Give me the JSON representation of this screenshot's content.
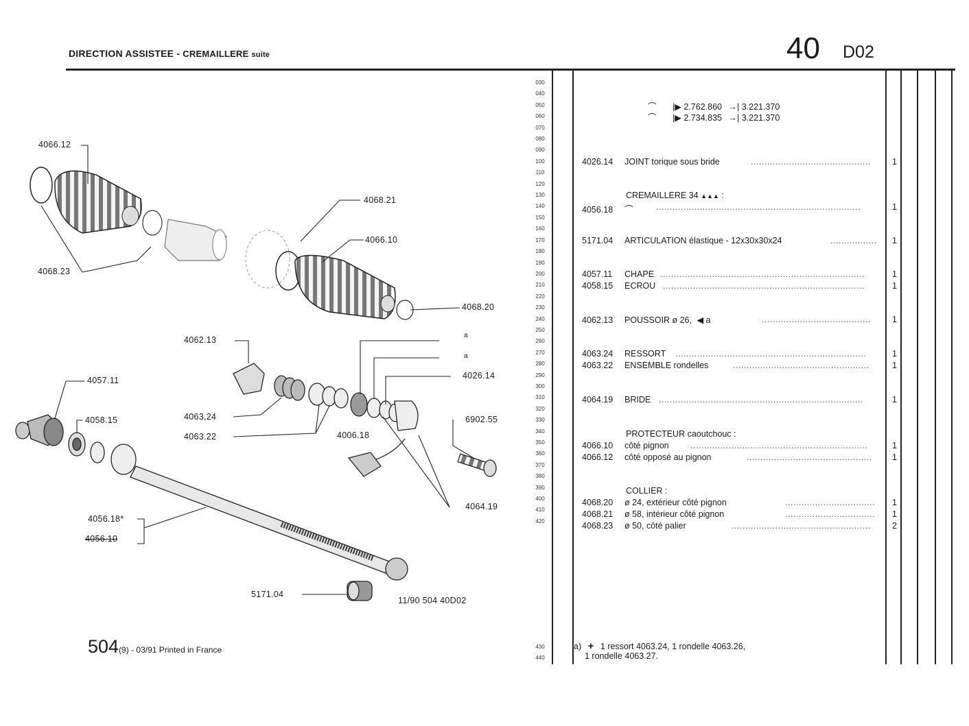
{
  "header": {
    "title_bold": "DIRECTION ASSISTEE",
    "title_sep": " - ",
    "title_sub": "CREMAILLERE",
    "title_suite": "suite",
    "group_number": "40",
    "section_code": "D02"
  },
  "line_numbers": [
    "030",
    "040",
    "050",
    "060",
    "070",
    "080",
    "090",
    "100",
    "110",
    "120",
    "130",
    "140",
    "150",
    "160",
    "170",
    "180",
    "190",
    "200",
    "210",
    "220",
    "230",
    "240",
    "250",
    "260",
    "270",
    "280",
    "290",
    "300",
    "310",
    "320",
    "330",
    "340",
    "350",
    "360",
    "370",
    "380",
    "390",
    "400",
    "410",
    "420"
  ],
  "line_numbers_bottom": [
    "430",
    "440"
  ],
  "serials": [
    {
      "from": "2.762.860",
      "to": "3.221.370"
    },
    {
      "from": "2.734.835",
      "to": "3.221.370"
    }
  ],
  "parts": [
    {
      "ref": "4026.14",
      "desc": "JOINT torique sous bride",
      "qty": "1"
    },
    {
      "ref": "4056.18",
      "desc": "",
      "qty": "1"
    },
    {
      "ref": "5171.04",
      "desc": "ARTICULATION élastique - 12x30x30x24",
      "qty": "1"
    },
    {
      "ref": "4057.11",
      "desc": "CHAPE",
      "qty": "1"
    },
    {
      "ref": "4058.15",
      "desc": "ECROU",
      "qty": "1"
    },
    {
      "ref": "4062.13",
      "desc": "POUSSOIR  ø  26,",
      "qty": "1"
    },
    {
      "ref": "4063.24",
      "desc": "RESSORT",
      "qty": "1"
    },
    {
      "ref": "4063.22",
      "desc": "ENSEMBLE rondelles",
      "qty": "1"
    },
    {
      "ref": "4064.19",
      "desc": "BRIDE",
      "qty": "1"
    },
    {
      "ref": "4066.10",
      "desc": "côté pignon",
      "qty": "1"
    },
    {
      "ref": "4066.12",
      "desc": "côté opposé au pignon",
      "qty": "1"
    },
    {
      "ref": "4068.20",
      "desc": "ø  24, extérieur côté pignon",
      "qty": "1"
    },
    {
      "ref": "4068.21",
      "desc": "ø  58, intérieur côté pignon",
      "qty": "1"
    },
    {
      "ref": "4068.23",
      "desc": "ø  50, côté palier",
      "qty": "2"
    }
  ],
  "subheads": {
    "cremaillere": "CREMAILLERE 34",
    "protecteur": "PROTECTEUR caoutchouc :",
    "collier": "COLLIER :"
  },
  "poussoir_note_ref": "a",
  "footer": {
    "model": "504",
    "variant": "(9)",
    "printed": " - 03/91 Printed in France"
  },
  "note": {
    "marker": "a)",
    "line1": "1 ressort 4063.24, 1 rondelle 4063.26,",
    "line2": "1 rondelle 4063.27."
  },
  "diagram_labels": {
    "l1": "4066.12",
    "l2": "4068.23",
    "l3": "4068.21",
    "l4": "4066.10",
    "l5": "4068.20",
    "l6": "4062.13",
    "l7": "4057.11",
    "l8": "4058.15",
    "l9": "4063,24",
    "l10": "4063.22",
    "l11": "4026.14",
    "l12": "6902.55",
    "l13": "4006.18",
    "l14": "4064.19",
    "l15": "4056.18*",
    "l16": "4056.10",
    "l17": "5171.04",
    "l18": "11/90  504  40D02",
    "l19": "a",
    "l20": "a"
  }
}
